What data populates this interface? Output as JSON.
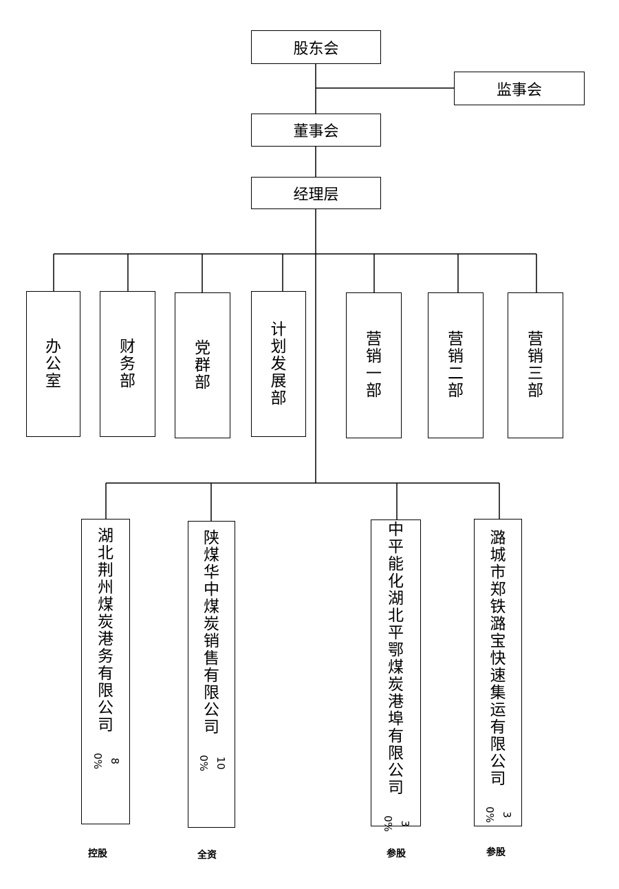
{
  "top": {
    "shareholders": "股东会",
    "supervisors": "监事会",
    "board": "董事会",
    "management": "经理层"
  },
  "departments": [
    "办公室",
    "财务部",
    "党群部",
    "计划发展部",
    "营销一部",
    "营销二部",
    "营销三部"
  ],
  "subsidiaries": [
    {
      "name": "湖北荆州煤炭港务有限公司",
      "pct": "80%",
      "relation": "控股"
    },
    {
      "name": "陕煤华中煤炭销售有限公司",
      "pct": "100%",
      "relation": "全资"
    },
    {
      "name": "中平能化湖北平鄂煤炭港埠有限公司",
      "pct": "30%",
      "relation": "参股"
    },
    {
      "name": "潞城市郑铁潞宝快速集运有限公司",
      "pct": "30%",
      "relation": "参股"
    }
  ]
}
